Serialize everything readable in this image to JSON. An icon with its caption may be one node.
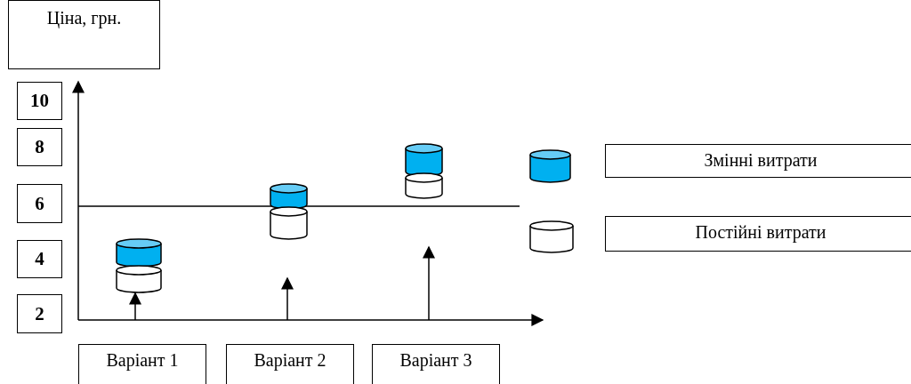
{
  "diagram": {
    "nodes": [
      {
        "text": [
          "Ціна, грн."
        ]
      },
      {
        "text": [
          "10"
        ]
      },
      {
        "text": [
          "8"
        ]
      },
      {
        "text": [
          "6"
        ]
      },
      {
        "text": [
          "4"
        ]
      },
      {
        "text": [
          "2"
        ]
      },
      {
        "text": [],
        "shape": "cylinder"
      },
      {
        "text": [],
        "shape": "cylinder"
      },
      {
        "text": [],
        "shape": "cylinder"
      },
      {
        "text": [],
        "shape": "cylinder"
      },
      {
        "text": [],
        "shape": "cylinder"
      },
      {
        "text": [],
        "shape": "cylinder"
      },
      {
        "text": [
          "Варіант 1"
        ]
      },
      {
        "text": [
          "Варіант 2"
        ]
      },
      {
        "text": [
          "Варіант 3"
        ]
      }
    ],
    "edges": [
      {
        "from": null,
        "to": 7,
        "arrow": "to"
      }
    ],
    "legend": [
      {
        "text": "Змінні витрати",
        "color": "#00b0f0"
      },
      {
        "text": "Постійні витрати",
        "color": "#ffffff"
      }
    ]
  }
}
